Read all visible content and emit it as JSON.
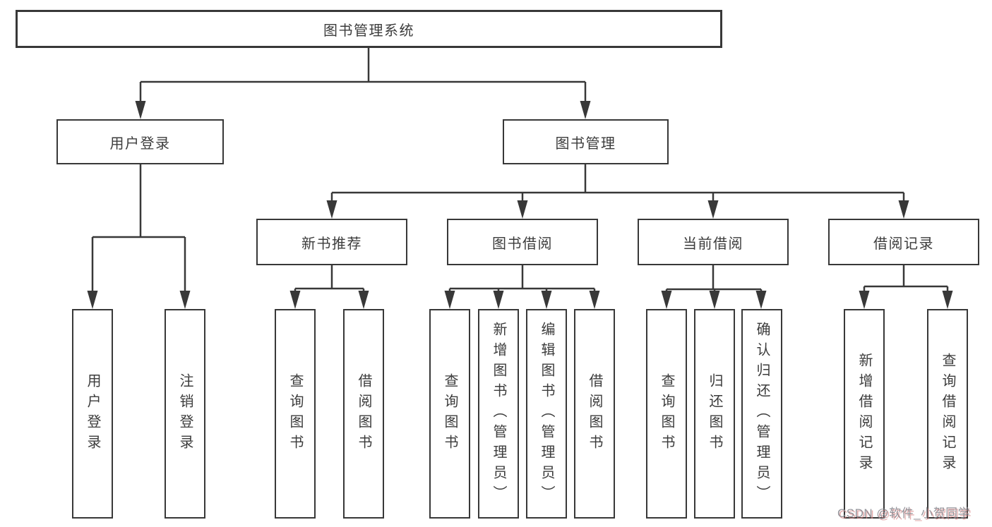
{
  "diagram": {
    "root": {
      "label": "图书管理系统"
    },
    "branches": [
      {
        "label": "用户登录",
        "leaves": [
          "用户登录",
          "注销登录"
        ]
      },
      {
        "label": "图书管理",
        "sections": [
          {
            "label": "新书推荐",
            "leaves": [
              "查询图书",
              "借阅图书"
            ]
          },
          {
            "label": "图书借阅",
            "leaves": [
              "查询图书",
              "新增图书（管理员）",
              "编辑图书（管理员）",
              "借阅图书"
            ]
          },
          {
            "label": "当前借阅",
            "leaves": [
              "查询图书",
              "归还图书",
              "确认归还（管理员）"
            ]
          },
          {
            "label": "借阅记录",
            "leaves": [
              "新增借阅记录",
              "查询借阅记录"
            ]
          }
        ]
      }
    ]
  },
  "watermark": {
    "text": "CSDN @软件_小贺同学"
  },
  "colors": {
    "line": "#383838",
    "text": "#3c3c3c",
    "box_background": "#ffffff",
    "watermark_gray": "#8c8c92",
    "watermark_red_shadow": "#d47f7f"
  }
}
